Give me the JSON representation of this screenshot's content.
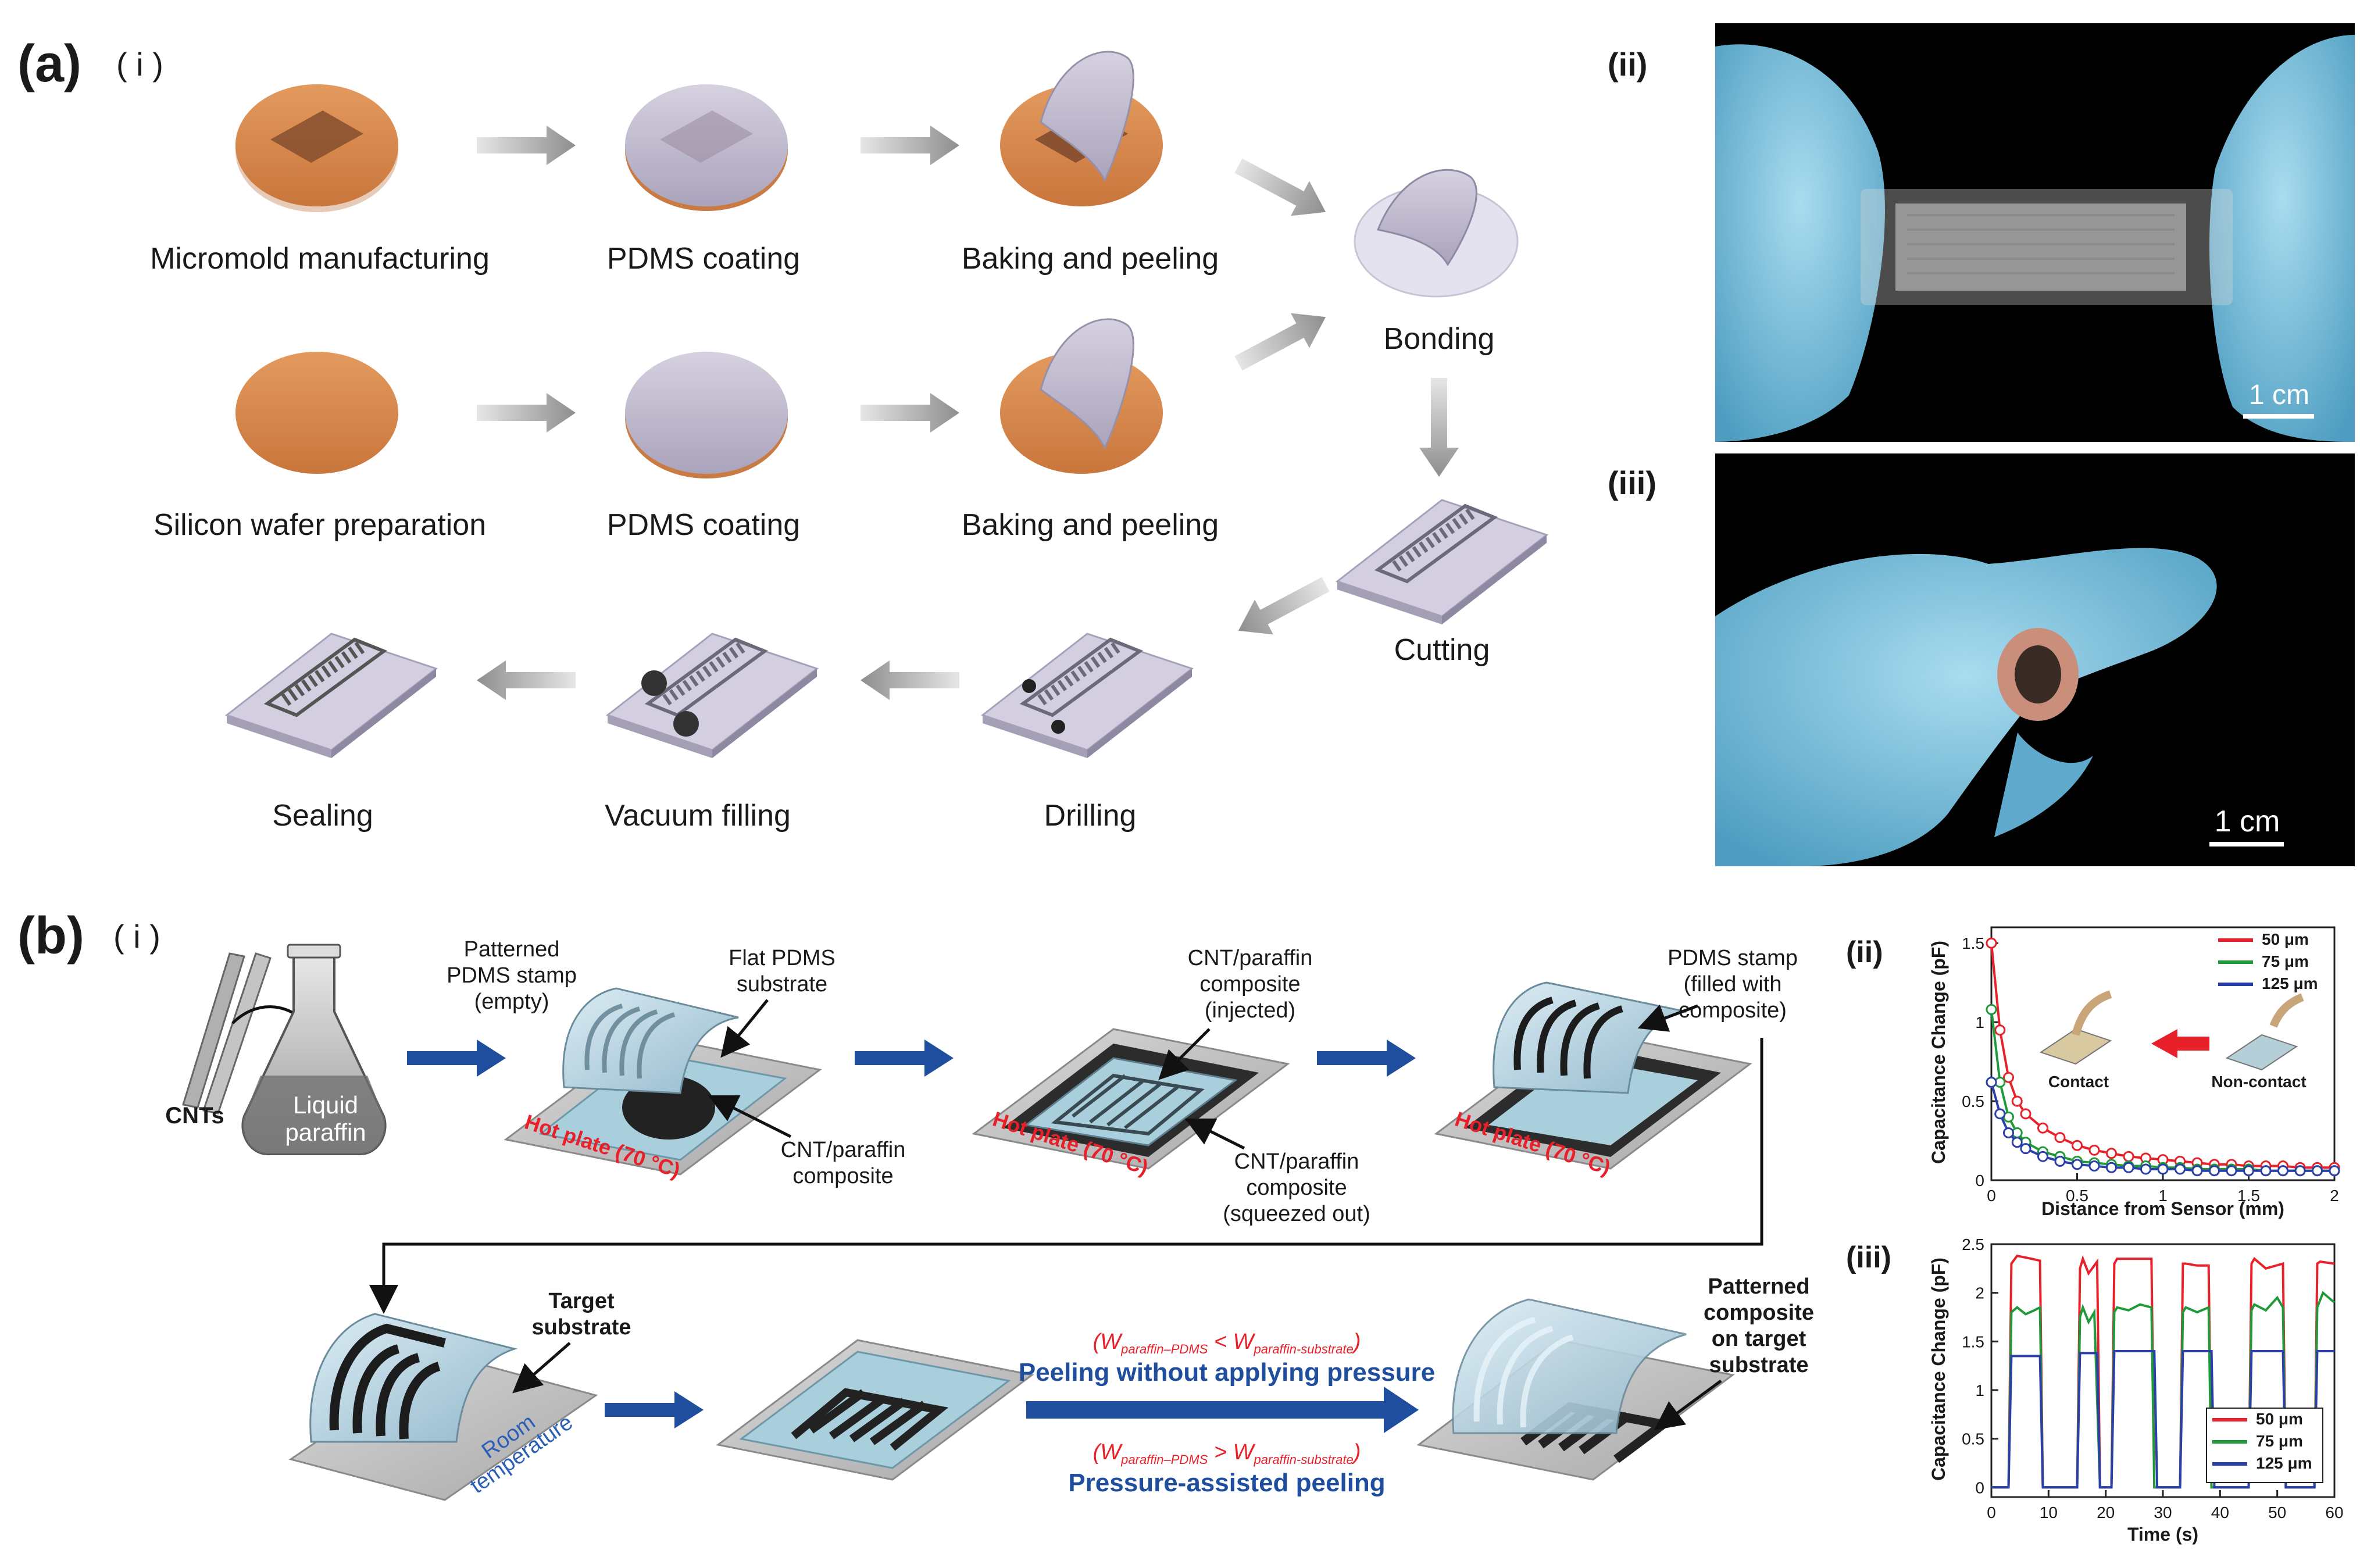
{
  "panel_a": {
    "label": "(a)",
    "sub_i": "( i )",
    "sub_ii": "(ii)",
    "sub_iii": "(iii)",
    "steps": {
      "micromold": "Micromold manufacturing",
      "pdms1": "PDMS coating",
      "bake1": "Baking and peeling",
      "bonding": "Bonding",
      "silicon": "Silicon wafer preparation",
      "pdms2": "PDMS coating",
      "bake2": "Baking and peeling",
      "cutting": "Cutting",
      "sealing": "Sealing",
      "vacuum": "Vacuum filling",
      "drilling": "Drilling"
    },
    "scale_ii": "1 cm",
    "scale_iii": "1 cm"
  },
  "panel_b": {
    "label": "(b)",
    "sub_i": "( i )",
    "sub_ii": "(ii)",
    "sub_iii": "(iii)",
    "cnts": "CNTs",
    "liquid": "Liquid",
    "paraffin": "paraffin",
    "stamp1": "Patterned",
    "stamp2": "PDMS stamp",
    "stamp3": "(empty)",
    "flat1": "Flat PDMS",
    "flat2": "substrate",
    "comp1": "CNT/paraffin",
    "comp2": "composite",
    "hot1": "Hot plate (70 °C)",
    "inj1": "CNT/paraffin",
    "inj2": "composite",
    "inj3": "(injected)",
    "hot2": "Hot plate (70 °C)",
    "sq1": "CNT/paraffin",
    "sq2": "composite",
    "sq3": "(squeezed out)",
    "filled1": "PDMS stamp",
    "filled2": "(filled with",
    "filled3": "composite)",
    "hot3": "Hot plate (70 °C)",
    "target1": "Target",
    "target2": "substrate",
    "room1": "Room",
    "room2": "temperature",
    "cond1_open": "(W",
    "cond1_sub_a": "paraffin–PDMS",
    "cond1_op": " < W",
    "cond1_sub_b": "paraffin-substrate",
    "cond1_close": ")",
    "peel1": "Peeling without applying pressure",
    "cond2_open": "(W",
    "cond2_sub_a": "paraffin–PDMS",
    "cond2_op": " > W",
    "cond2_sub_b": "paraffin-substrate",
    "cond2_close": ")",
    "peel2": "Pressure-assisted peeling",
    "patt1": "Patterned",
    "patt2": "composite",
    "patt3": "on target",
    "patt4": "substrate",
    "contact": "Contact",
    "noncontact": "Non-contact"
  },
  "colors": {
    "wafer": "#d98a4e",
    "pdms": "#c9c3d6",
    "arrow_blue": "#1f4e9e",
    "red": "#e8202a",
    "green": "#1f9a3a",
    "blue": "#2b3fa8",
    "glove": "#7fc4e0"
  },
  "chart_data": [
    {
      "type": "scatter",
      "xlabel": "Distance from Sensor (mm)",
      "ylabel": "Capacitance Change (pF)",
      "xlim": [
        0,
        2
      ],
      "ylim": [
        0,
        1.6
      ],
      "x_ticks": [
        "0",
        "0.5",
        "1",
        "1.5",
        "2"
      ],
      "y_ticks": [
        "0",
        "0.5",
        "1",
        "1.5"
      ],
      "legend_position": "top-right",
      "series": [
        {
          "name": "50 μm",
          "color": "#e8202a",
          "x": [
            0,
            0.05,
            0.1,
            0.15,
            0.2,
            0.3,
            0.4,
            0.5,
            0.6,
            0.7,
            0.8,
            0.9,
            1.0,
            1.1,
            1.2,
            1.3,
            1.4,
            1.5,
            1.6,
            1.7,
            1.8,
            1.9,
            2.0
          ],
          "y": [
            1.5,
            0.95,
            0.65,
            0.5,
            0.42,
            0.33,
            0.27,
            0.22,
            0.19,
            0.17,
            0.15,
            0.14,
            0.13,
            0.12,
            0.11,
            0.1,
            0.1,
            0.09,
            0.09,
            0.09,
            0.08,
            0.08,
            0.08
          ]
        },
        {
          "name": "75 μm",
          "color": "#1f9a3a",
          "x": [
            0,
            0.05,
            0.1,
            0.15,
            0.2,
            0.3,
            0.4,
            0.5,
            0.6,
            0.7,
            0.8,
            0.9,
            1.0,
            1.1,
            1.2,
            1.3,
            1.4,
            1.5,
            1.6,
            1.7,
            1.8,
            1.9,
            2.0
          ],
          "y": [
            1.08,
            0.62,
            0.4,
            0.3,
            0.24,
            0.18,
            0.15,
            0.12,
            0.11,
            0.1,
            0.09,
            0.09,
            0.08,
            0.08,
            0.07,
            0.07,
            0.07,
            0.07,
            0.06,
            0.06,
            0.06,
            0.06,
            0.06
          ]
        },
        {
          "name": "125 μm",
          "color": "#2b3fa8",
          "x": [
            0,
            0.05,
            0.1,
            0.15,
            0.2,
            0.3,
            0.4,
            0.5,
            0.6,
            0.7,
            0.8,
            0.9,
            1.0,
            1.1,
            1.2,
            1.3,
            1.4,
            1.5,
            1.6,
            1.7,
            1.8,
            1.9,
            2.0
          ],
          "y": [
            0.62,
            0.42,
            0.3,
            0.24,
            0.2,
            0.15,
            0.12,
            0.1,
            0.09,
            0.08,
            0.08,
            0.07,
            0.07,
            0.07,
            0.06,
            0.06,
            0.06,
            0.06,
            0.06,
            0.06,
            0.06,
            0.06,
            0.06
          ]
        }
      ]
    },
    {
      "type": "line",
      "xlabel": "Time (s)",
      "ylabel": "Capacitance Change (pF)",
      "xlim": [
        0,
        60
      ],
      "ylim": [
        -0.1,
        2.5
      ],
      "x_ticks": [
        "0",
        "10",
        "20",
        "30",
        "40",
        "50",
        "60"
      ],
      "y_ticks": [
        "0",
        "0.5",
        "1",
        "1.5",
        "2",
        "2.5"
      ],
      "legend_position": "bottom-right",
      "series": [
        {
          "name": "50 μm",
          "color": "#e8202a",
          "x": [
            0,
            3,
            3.5,
            4.5,
            7,
            8.5,
            9,
            15,
            15.5,
            16,
            17,
            18,
            18.5,
            19,
            21,
            21.5,
            22,
            24,
            28,
            28.5,
            29,
            33,
            33.5,
            34,
            36,
            38,
            38.5,
            39,
            45,
            45.5,
            46,
            48,
            51,
            51.5,
            52,
            56.5,
            57,
            57.5,
            60
          ],
          "y": [
            0,
            0,
            2.3,
            2.38,
            2.35,
            2.33,
            0,
            0,
            2.25,
            2.35,
            2.2,
            2.28,
            2.32,
            0,
            0,
            2.3,
            2.35,
            2.35,
            2.35,
            0,
            0,
            0,
            2.3,
            2.3,
            2.28,
            2.28,
            0,
            0,
            0,
            2.3,
            2.35,
            2.25,
            2.3,
            0,
            0,
            0,
            2.3,
            2.32,
            2.3
          ]
        },
        {
          "name": "75 μm",
          "color": "#1f9a3a",
          "x": [
            0,
            3,
            3.5,
            4.5,
            6,
            7.5,
            8.5,
            9,
            15,
            15.5,
            16,
            17,
            18,
            19,
            21,
            21.5,
            22,
            24,
            26,
            28,
            28.5,
            29,
            33,
            33.5,
            34,
            36,
            38,
            38.5,
            39,
            45,
            45.5,
            46,
            48,
            50,
            51,
            51.5,
            52,
            56.5,
            57,
            58,
            60
          ],
          "y": [
            0,
            0,
            1.8,
            1.85,
            1.78,
            1.82,
            1.85,
            0,
            0,
            1.75,
            1.85,
            1.7,
            1.8,
            0,
            0,
            1.8,
            1.85,
            1.82,
            1.88,
            1.85,
            0,
            0,
            0,
            1.8,
            1.85,
            1.8,
            1.85,
            0,
            0,
            0,
            1.82,
            1.88,
            1.82,
            1.95,
            1.85,
            0,
            0,
            0,
            1.85,
            2.0,
            1.9
          ]
        },
        {
          "name": "125 μm",
          "color": "#2b3fa8",
          "x": [
            0,
            3,
            3.5,
            8.5,
            9,
            15,
            15.5,
            18.5,
            19,
            21,
            21.5,
            28.5,
            29,
            33,
            33.5,
            38.5,
            39,
            45,
            45.5,
            51,
            51.5,
            56.5,
            57,
            60
          ],
          "y": [
            0,
            0,
            1.35,
            1.35,
            0,
            0,
            1.38,
            1.38,
            0,
            0,
            1.4,
            1.4,
            0,
            0,
            1.4,
            1.4,
            0,
            0,
            1.4,
            1.4,
            0,
            0,
            1.4,
            1.4
          ]
        }
      ]
    }
  ]
}
